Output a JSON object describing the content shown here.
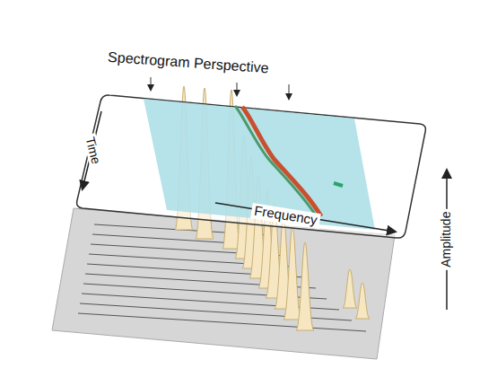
{
  "diagram": {
    "title": "Spectrogram Perspective",
    "labels": [
      "Time",
      "Frequency",
      "Amplitude"
    ]
  }
}
